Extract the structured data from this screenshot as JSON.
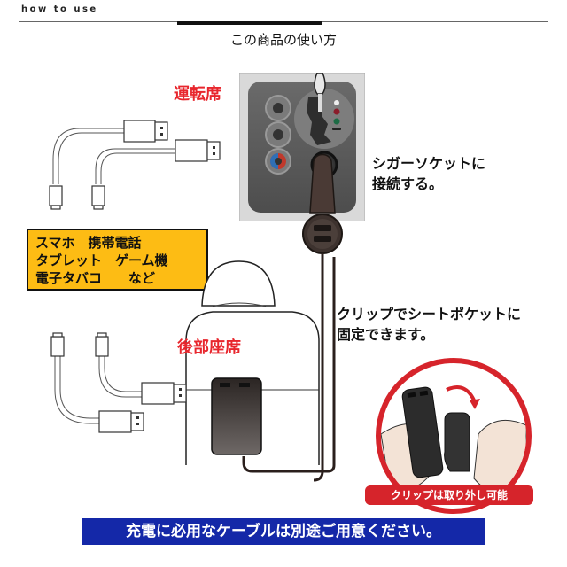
{
  "header": {
    "section_label": "how to use",
    "title": "この商品の使い方"
  },
  "driver_seat": {
    "label": "運転席",
    "instruction_line1": "シガーソケットに",
    "instruction_line2": "接続する。"
  },
  "devices_box": {
    "line1": "スマホ　携帯電話",
    "line2": "タブレット　ゲーム機",
    "line3": "電子タバコ　　など"
  },
  "rear_seat": {
    "label": "後部座席",
    "instruction_line1": "クリップでシートポケットに",
    "instruction_line2": "固定できます。"
  },
  "clip_badge": "クリップは取り外し可能",
  "footer_notice": "充電に必用なケーブルは別途ご用意ください。",
  "colors": {
    "red": "#e8262d",
    "yellow": "#fdbc14",
    "blue": "#1428a8",
    "dark_brown": "#3a302c"
  },
  "icons": [
    "usb-cable-icon",
    "car-console-illustration",
    "car-charger-icon",
    "seat-illustration",
    "clip-hub-illustration",
    "curved-arrow-icon"
  ]
}
